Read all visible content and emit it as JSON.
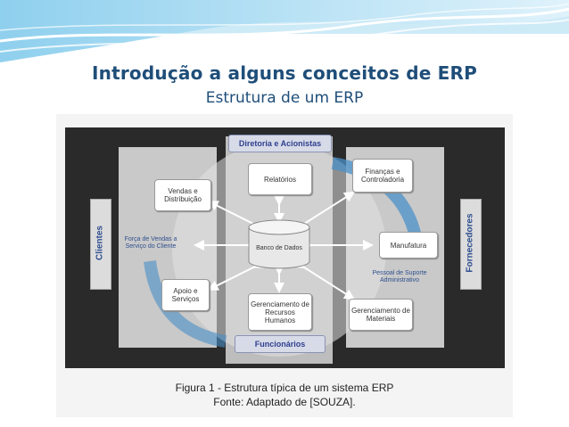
{
  "slide": {
    "title": "Introdução a alguns conceitos de ERP",
    "subtitle": "Estrutura de um ERP"
  },
  "diagram": {
    "top_bar": "Diretoria e Acionistas",
    "bottom_bar": "Funcionários",
    "left_side": "Clientes",
    "right_side": "Fornecedores",
    "center": "Banco de Dados",
    "modules": {
      "relatorios": "Relatórios",
      "financas": "Finanças e Controladoria",
      "vendas": "Vendas e Distribuição",
      "manufatura": "Manufatura",
      "apoio": "Apoio e Serviços",
      "rh": "Gerenciamento de Recursos Humanos",
      "materiais": "Gerenciamento de Materiais"
    },
    "notes": {
      "left": "Força de Vendas a Serviço do Cliente",
      "right": "Pessoal de Suporte Administrativo"
    },
    "colors": {
      "accent": "#1f4e79",
      "board": "#2a2a2a",
      "arc": "#4a90c8"
    }
  },
  "caption": {
    "line1": "Figura 1 - Estrutura típica de um sistema ERP",
    "line2": "Fonte: Adaptado de [SOUZA]."
  }
}
